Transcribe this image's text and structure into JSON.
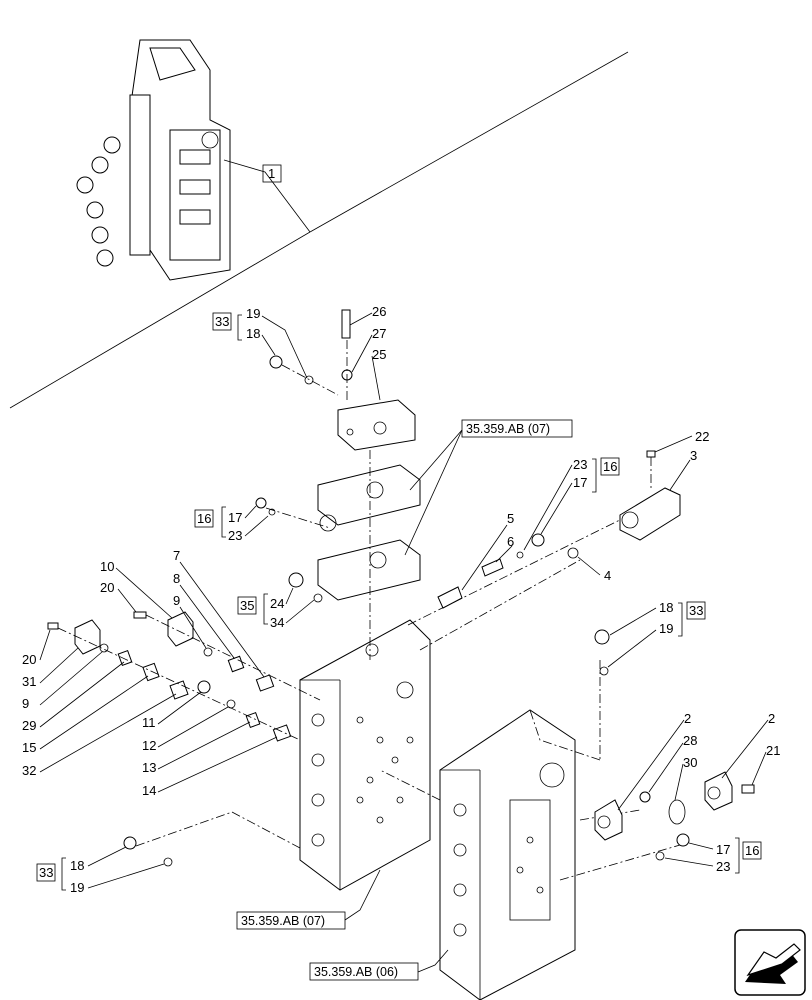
{
  "callouts": {
    "n1": "1",
    "n2a": "2",
    "n2b": "2",
    "n3": "3",
    "n4": "4",
    "n5": "5",
    "n6": "6",
    "n7": "7",
    "n8": "8",
    "n9a": "9",
    "n9b": "9",
    "n10": "10",
    "n11": "11",
    "n12": "12",
    "n13": "13",
    "n14": "14",
    "n15": "15",
    "n16a": "16",
    "n16b": "16",
    "n16c": "16",
    "n17a": "17",
    "n17b": "17",
    "n17c": "17",
    "n18a": "18",
    "n18b": "18",
    "n18c": "18",
    "n19a": "19",
    "n19b": "19",
    "n19c": "19",
    "n20a": "20",
    "n20b": "20",
    "n21": "21",
    "n22": "22",
    "n23a": "23",
    "n23b": "23",
    "n23c": "23",
    "n24": "24",
    "n25": "25",
    "n26": "26",
    "n27": "27",
    "n28": "28",
    "n29": "29",
    "n30": "30",
    "n31": "31",
    "n32": "32",
    "n33a": "33",
    "n33b": "33",
    "n33c": "33",
    "n34": "34",
    "n35": "35"
  },
  "references": {
    "ref_top": "35.359.AB (07)",
    "ref_mid": "35.359.AB (07)",
    "ref_bottom": "35.359.AB (06)"
  },
  "icons": {
    "nav": "arrow-nav-icon"
  }
}
